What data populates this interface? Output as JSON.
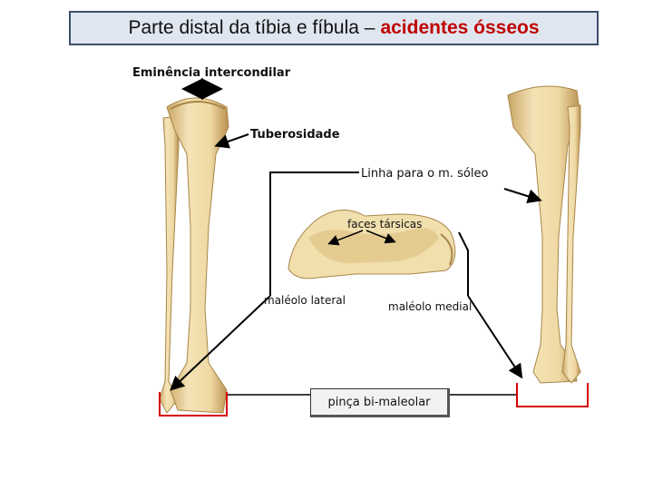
{
  "title": {
    "prefix": "Parte distal da tíbia e fíbula –",
    "accent": "acidentes ósseos"
  },
  "labels": {
    "eminencia": "Eminência intercondilar",
    "tuberosidade": "Tuberosidade",
    "linha_soleo": "Linha para o m. sóleo",
    "faces_tarsicas": "faces társicas",
    "maleolo_lateral": "maléolo lateral",
    "maleolo_medial": "maléolo medial",
    "pinca": "pinça bi-maleolar"
  },
  "colors": {
    "title_accent": "#c00000",
    "title_box_bg": "#dfe6f0",
    "bone": "#efd9a4",
    "bone_shadow": "#c9a766",
    "red_brackets": "#d40000"
  }
}
